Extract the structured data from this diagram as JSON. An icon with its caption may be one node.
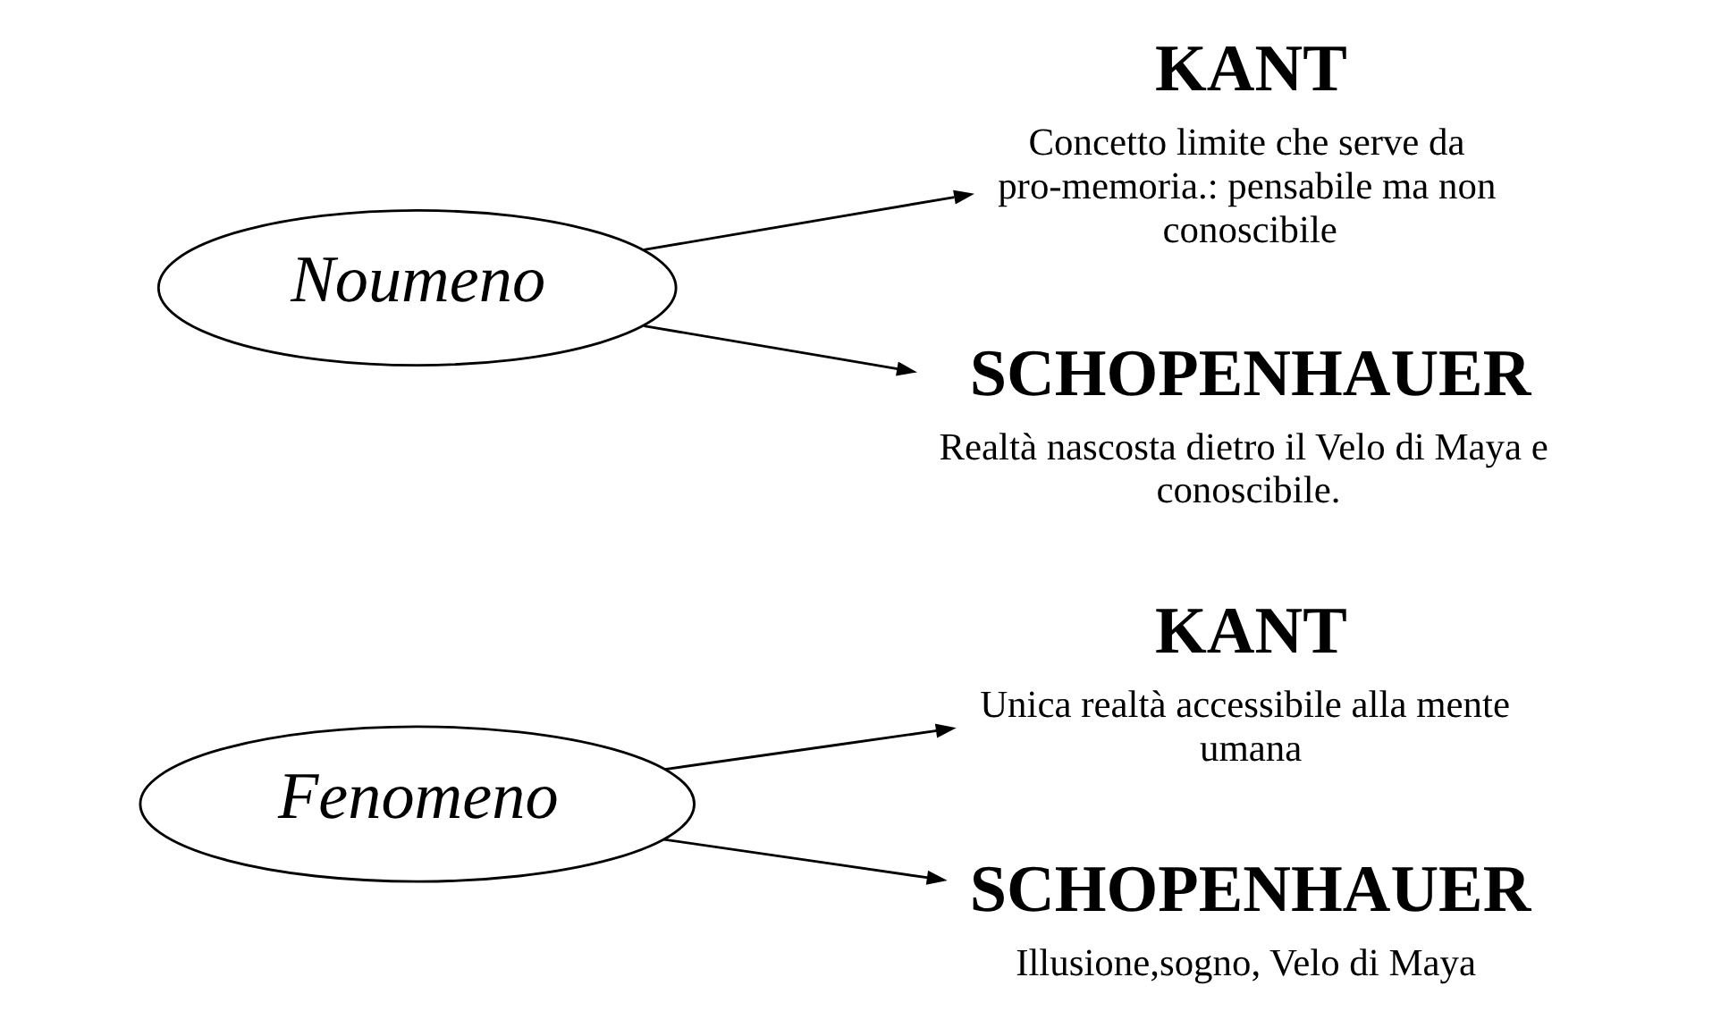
{
  "diagram": {
    "nodes": [
      {
        "text": [
          "Fenomeno"
        ]
      },
      {
        "text": [
          "KANT",
          "Unica realtà accessibile alla mente umana"
        ]
      },
      {
        "text": [
          "SCHOPENHAUER",
          "Illusione,sogno, Velo di Maya"
        ]
      },
      {
        "text": [
          "Noumeno"
        ]
      },
      {
        "text": [
          "KANT",
          "Concetto limite che serve da pro-memoria.: pensabile ma non conoscibile"
        ]
      },
      {
        "text": [
          "SCHOPENHAUER",
          "Realtà nascosta dietro il Velo di Maya e conoscibile."
        ]
      }
    ],
    "edges": [
      {
        "from": 0,
        "to": 1,
        "arrow": "to"
      },
      {
        "from": 0,
        "to": 2,
        "arrow": "to"
      },
      {
        "from": 3,
        "to": 4,
        "arrow": "to"
      },
      {
        "from": 3,
        "to": 5,
        "arrow": "to"
      }
    ]
  }
}
